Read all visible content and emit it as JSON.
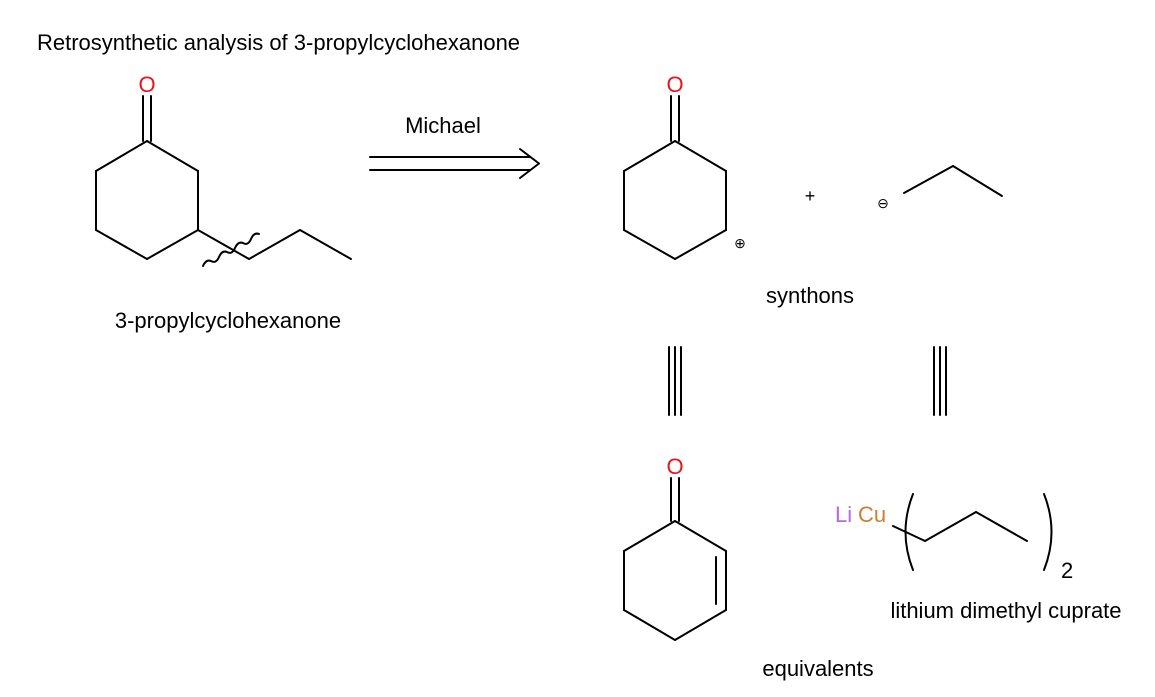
{
  "title": "Retrosynthetic analysis of 3-propylcyclohexanone",
  "target": {
    "name": "3-propylcyclohexanone",
    "oxygen": "O"
  },
  "arrow": {
    "label": "Michael"
  },
  "synthons": {
    "label": "synthons",
    "oxygen": "O",
    "plus": "+",
    "cation": "⊕",
    "anion": "⊖"
  },
  "equivalents": {
    "label": "equivalents",
    "oxygen": "O",
    "reagent": {
      "li": "Li",
      "cu": "Cu",
      "subscript": "2",
      "name": "lithium dimethyl cuprate"
    }
  },
  "colors": {
    "oxygen": "#e8141b",
    "lithium": "#b36ae2",
    "copper": "#c88033",
    "bond": "#000000"
  }
}
